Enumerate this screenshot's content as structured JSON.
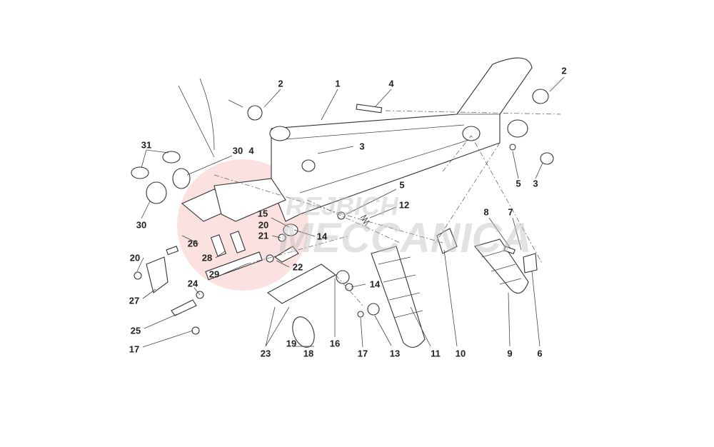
{
  "diagram": {
    "callouts": [
      "1",
      "2",
      "4",
      "2",
      "3",
      "31",
      "30",
      "4",
      "30",
      "5",
      "12",
      "15",
      "20",
      "21",
      "14",
      "26",
      "28",
      "29",
      "22",
      "20",
      "24",
      "14",
      "27",
      "25",
      "17",
      "23",
      "19",
      "18",
      "16",
      "17",
      "13",
      "11",
      "10",
      "9",
      "6",
      "8",
      "7",
      "5",
      "3"
    ]
  },
  "watermark": {
    "line1": "REJBICH",
    "line2": "MECCANICA",
    "logo_color": "#f4b8b8"
  }
}
